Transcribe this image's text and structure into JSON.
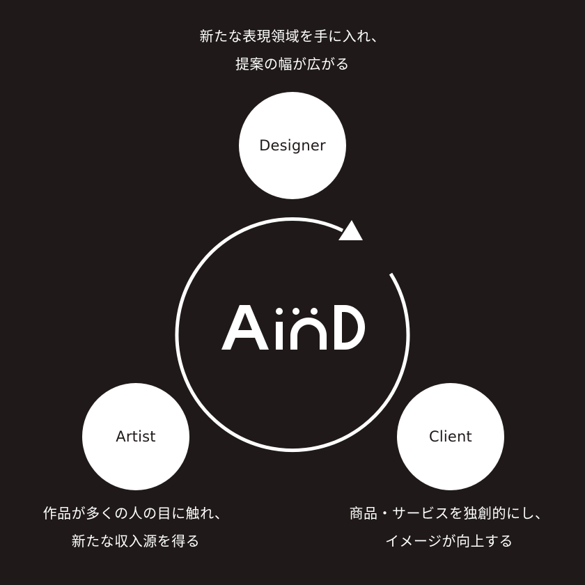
{
  "colors": {
    "background": "#1f1a19",
    "foreground": "#ffffff",
    "node_text": "#1f1a19"
  },
  "logo": {
    "text": "AinD",
    "letters": [
      "A",
      "i",
      "n",
      "D"
    ]
  },
  "cycle": {
    "direction": "clockwise",
    "arrow_icon": "triangle-arrowhead"
  },
  "nodes": {
    "designer": {
      "label": "Designer",
      "caption": [
        "新たな表現領域を手に入れ、",
        "提案の幅が広がる"
      ]
    },
    "artist": {
      "label": "Artist",
      "caption": [
        "作品が多くの人の目に触れ、",
        "新たな収入源を得る"
      ]
    },
    "client": {
      "label": "Client",
      "caption": [
        "商品・サービスを独創的にし、",
        "イメージが向上する"
      ]
    }
  }
}
